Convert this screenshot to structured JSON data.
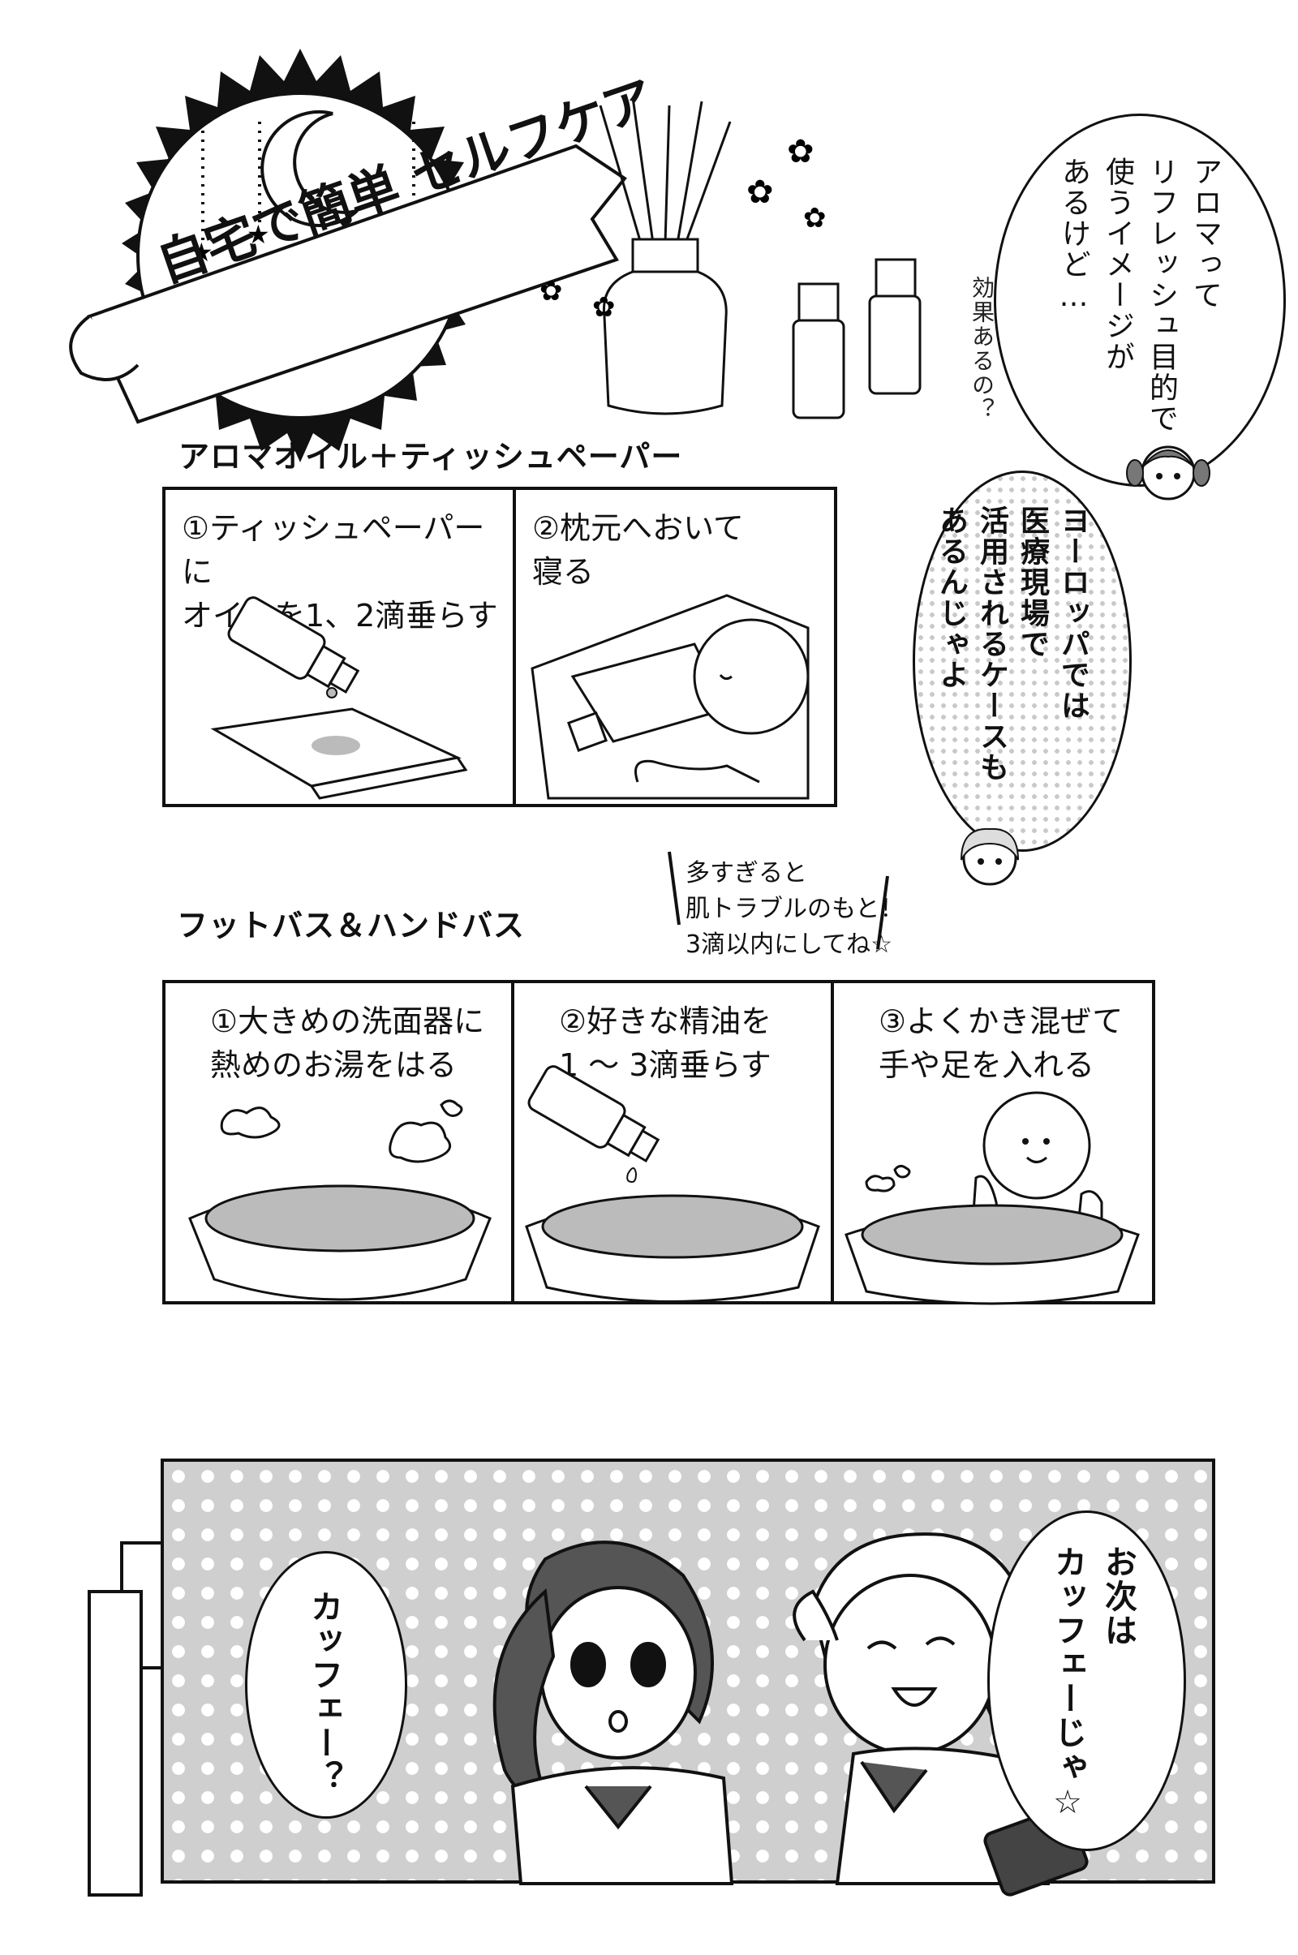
{
  "title_banner": {
    "text": "自宅で簡単 セルフケア"
  },
  "bubbles": {
    "aroma_question": "アロマって\nリフレッシュ目的で\n使うイメージが\nあるけど…",
    "aroma_aside": "効果あるの？",
    "europe_answer": "ヨーロッパでは\n医療現場で\n活用されるケースも\nあるんじゃよ",
    "caution_note": "多すぎると\n肌トラブルのもと！\n3滴以内にしてね☆",
    "next_topic": "お次は\nカッフェーじゃ☆",
    "question_reply": "カッフェー？"
  },
  "section_aroma": {
    "heading": "アロマオイル＋ティッシュペーパー",
    "steps": [
      {
        "caption": "①ティッシュペーパーに\nオイルを1、2滴垂らす"
      },
      {
        "caption": "②枕元へおいて\n寝る"
      }
    ]
  },
  "section_bath": {
    "heading": "フットバス＆ハンドバス",
    "steps": [
      {
        "caption": "①大きめの洗面器に\n熱めのお湯をはる"
      },
      {
        "caption": "②好きな精油を\n1 ～ 3滴垂らす"
      },
      {
        "caption": "③よくかき混ぜて\n手や足を入れる"
      }
    ]
  }
}
